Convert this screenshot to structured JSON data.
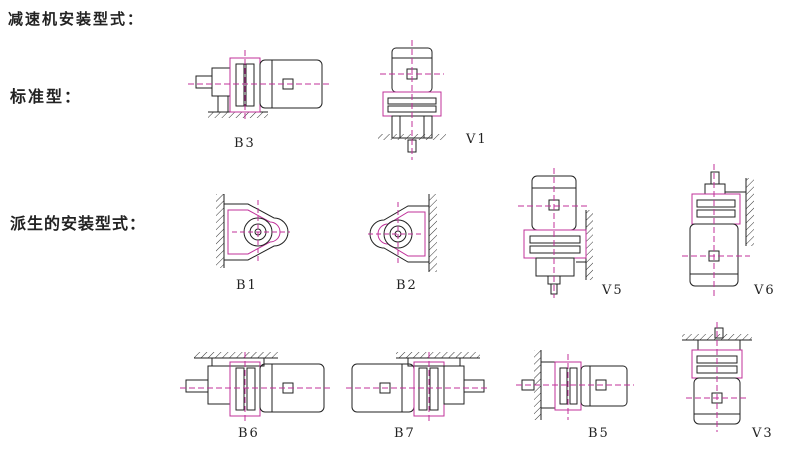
{
  "headings": {
    "title": "减速机安装型式：",
    "standard": "标准型：",
    "derived": "派生的安装型式："
  },
  "labels": {
    "b3": "B3",
    "v1": "V1",
    "b1": "B1",
    "b2": "B2",
    "v5": "V5",
    "v6": "V6",
    "b6": "B6",
    "b7": "B7",
    "b5": "B5",
    "v3": "V3"
  },
  "colors": {
    "line": "#222222",
    "accent": "#c0309a"
  }
}
